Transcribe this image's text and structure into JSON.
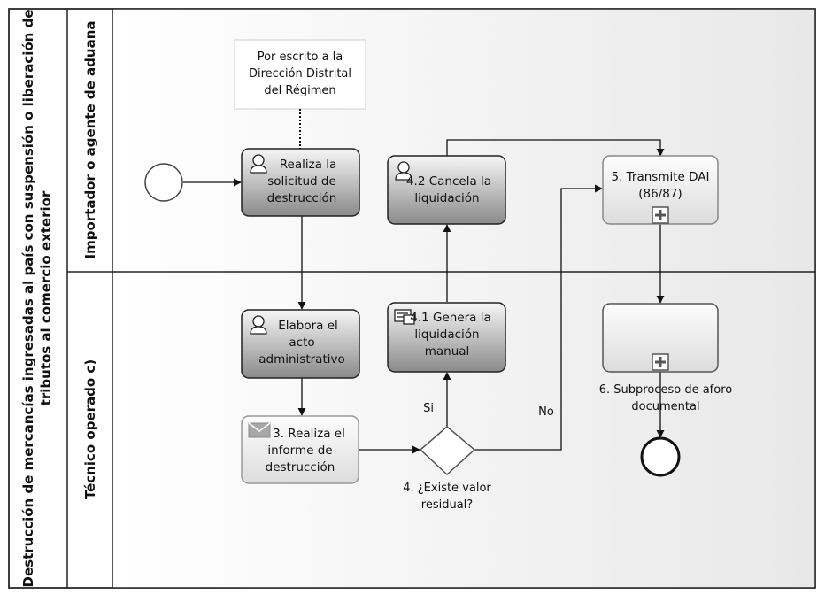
{
  "pool": {
    "title_line1": "Destrucción de mercancías ingresadas al país con suspensión o liberación de",
    "title_line2": "tributos al comercio exterior"
  },
  "lanes": {
    "top": "Importador o agente de aduana",
    "bottom": "Técnico operado c)"
  },
  "annotation": {
    "lines": [
      "Por escrito a la",
      "Dirección Distrital",
      "del Régimen"
    ]
  },
  "tasks": {
    "realiza_solicitud": [
      "Realiza la",
      "solicitud de",
      "destrucción"
    ],
    "cancela_liquidacion": [
      "4.2 Cancela la",
      "liquidación"
    ],
    "transmite_dai": [
      "5. Transmite DAI",
      "(86/87)"
    ],
    "elabora_acto": [
      "Elabora el",
      "acto",
      "administrativo"
    ],
    "genera_liquidacion": [
      "4.1 Genera la",
      "liquidación",
      "manual"
    ],
    "realiza_informe": [
      "3. Realiza el",
      "informe de",
      "destrucción"
    ],
    "subproceso_aforo": [
      "6. Subproceso de aforo",
      "documental"
    ]
  },
  "gateway": {
    "label_lines": [
      "4. ¿Existe valor",
      "residual?"
    ],
    "yes_label": "Si",
    "no_label": "No"
  },
  "colors": {
    "dark_task_top": "#f4f4f4",
    "dark_task_bottom": "#8c8c8c",
    "light_task": "#ececec",
    "border": "#222222",
    "lane_bg": "#f7f7f7"
  }
}
